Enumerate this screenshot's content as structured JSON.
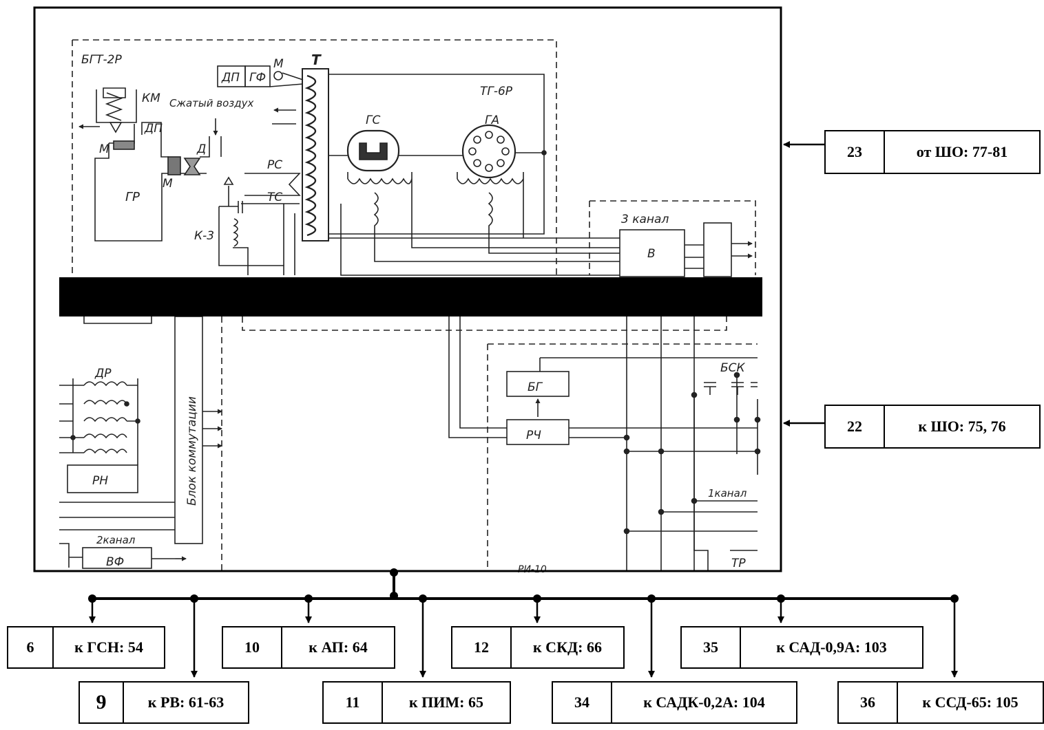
{
  "schematic": {
    "labels": {
      "bgt": "БГТ-2Р",
      "km": "КМ",
      "dp1": "ДП",
      "gf": "ГФ",
      "m1": "М",
      "t": "Т",
      "air": "Сжатый воздух",
      "tg": "ТГ-6Р",
      "dp2": "ДП",
      "m2": "М",
      "d": "Д",
      "gc": "ГС",
      "ga": "ГА",
      "m3": "М",
      "rc": "РС",
      "tc": "ТС",
      "gr": "ГР",
      "k3": "К-3",
      "ch3": "3 канал",
      "v": "В",
      "dr": "ДР",
      "blok": "Блок коммутации",
      "bg": "БГ",
      "bck": "БСК",
      "rch": "РЧ",
      "rn": "РН",
      "ch1": "1канал",
      "ch2": "2канал",
      "vf": "ВФ",
      "tr": "ТР",
      "rv": "РИ-10"
    }
  },
  "connections": [
    {
      "id": "c23",
      "num": "23",
      "label": "от ШО: 77-81"
    },
    {
      "id": "c22",
      "num": "22",
      "label": "к ШО: 75, 76"
    },
    {
      "id": "c6",
      "num": "6",
      "label": "к ГСН: 54"
    },
    {
      "id": "c9",
      "num": "9",
      "label": "к РВ: 61-63"
    },
    {
      "id": "c10",
      "num": "10",
      "label": "к АП: 64"
    },
    {
      "id": "c11",
      "num": "11",
      "label": "к ПИМ: 65"
    },
    {
      "id": "c12",
      "num": "12",
      "label": "к СКД: 66"
    },
    {
      "id": "c34",
      "num": "34",
      "label": "к САДК-0,2А: 104"
    },
    {
      "id": "c35",
      "num": "35",
      "label": "к САД-0,9А: 103"
    },
    {
      "id": "c36",
      "num": "36",
      "label": "к ССД-65: 105"
    }
  ]
}
